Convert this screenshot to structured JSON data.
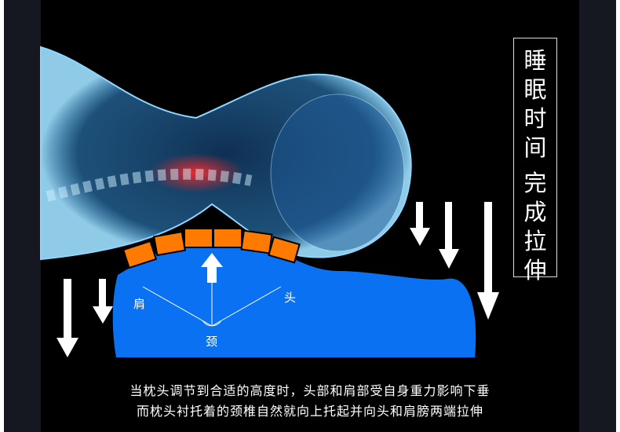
{
  "vertical_title": [
    "睡",
    "眠",
    "时",
    "间",
    "完",
    "成",
    "拉",
    "伸"
  ],
  "labels": {
    "shoulder": "肩",
    "head": "头",
    "neck": "颈"
  },
  "caption": {
    "line1": "当枕头调节到合适的高度时，头部和肩部受自身重力影响下垂",
    "line2": "而枕头衬托着的颈椎自然就向上托起并向头和肩膀两端拉伸"
  },
  "colors": {
    "pillow": "#0a72f2",
    "pads": "#ff7a00",
    "accent": "#ff2020"
  }
}
